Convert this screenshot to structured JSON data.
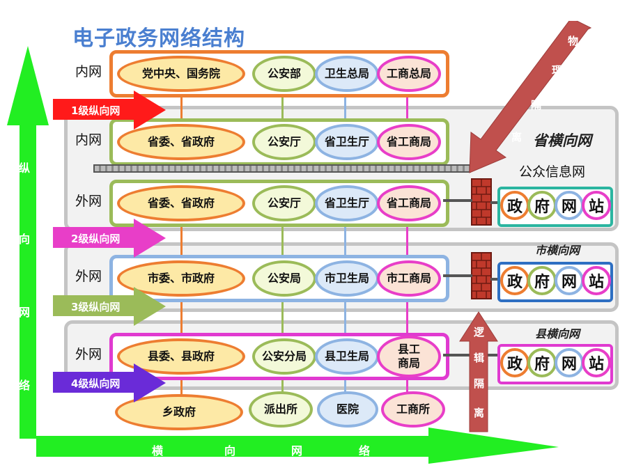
{
  "title": "电子政务网络结构",
  "rows": [
    {
      "net": "内网",
      "nodes": [
        "党中央、国务院",
        "公安部",
        "卫生总局",
        "工商总局"
      ]
    },
    {
      "net": "内网",
      "nodes": [
        "省委、省政府",
        "公安厅",
        "省卫生厅",
        "省工商局"
      ]
    },
    {
      "net": "外网",
      "nodes": [
        "省委、省政府",
        "公安厅",
        "省卫生厅",
        "省工商局"
      ]
    },
    {
      "net": "外网",
      "nodes": [
        "市委、市政府",
        "公安局",
        "市卫生局",
        "市工商局"
      ]
    },
    {
      "net": "外网",
      "nodes": [
        "县委、县政府",
        "公安分局",
        "县卫生局",
        "县工\n商局"
      ]
    },
    {
      "net": "",
      "nodes": [
        "乡政府",
        "派出所",
        "医院",
        "工商所"
      ]
    }
  ],
  "level_arrows": [
    "1级纵向网",
    "2级纵向网",
    "3级纵向网",
    "4级纵向网"
  ],
  "horizontal_labels": {
    "province": "省横向网",
    "city": "市横向网",
    "county": "县横向网"
  },
  "public_net": "公众信息网",
  "gov_site": [
    "政",
    "府",
    "网",
    "站"
  ],
  "physical_isolation": [
    "物",
    "理",
    "隔",
    "离"
  ],
  "logical_isolation": [
    "逻",
    "辑",
    "隔",
    "离"
  ],
  "vertical_axis": [
    "纵",
    "向",
    "网",
    "络"
  ],
  "horizontal_axis": [
    "横",
    "向",
    "网",
    "络"
  ],
  "colors": {
    "orange": "#ed7d31",
    "green": "#9bbb59",
    "blue": "#8db3e2",
    "pink": "#e83ec8",
    "teal": "#2bb5a0",
    "deepblue": "#2e6fc2",
    "magenta": "#e03ad0",
    "oval_fill_orange": "#fde9a6",
    "oval_fill_green": "#f3f9d9",
    "oval_fill_blue": "#dce9f8",
    "oval_fill_pink": "#fbe3d6"
  }
}
